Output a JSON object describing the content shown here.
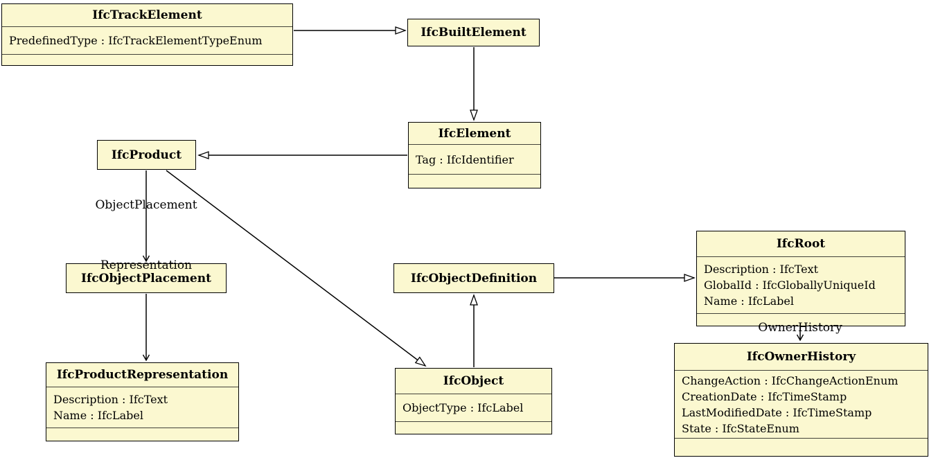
{
  "diagram": {
    "title": "IFC class diagram",
    "box_fill_color": "#fbf8d0",
    "box_border_color": "#000000",
    "background_color": "#ffffff"
  },
  "classes": [
    {
      "name": "IfcTrackElement",
      "attributes": [
        "PredefinedType : IfcTrackElementTypeEnum"
      ]
    },
    {
      "name": "IfcBuiltElement",
      "attributes": []
    },
    {
      "name": "IfcElement",
      "attributes": [
        "Tag : IfcIdentifier"
      ]
    },
    {
      "name": "IfcProduct",
      "attributes": []
    },
    {
      "name": "IfcObjectPlacement",
      "attributes": []
    },
    {
      "name": "IfcProductRepresentation",
      "attributes": [
        "Description : IfcText",
        "Name : IfcLabel"
      ]
    },
    {
      "name": "IfcObjectDefinition",
      "attributes": []
    },
    {
      "name": "IfcObject",
      "attributes": [
        "ObjectType : IfcLabel"
      ]
    },
    {
      "name": "IfcRoot",
      "attributes": [
        "Description : IfcText",
        "GlobalId : IfcGloballyUniqueId",
        "Name : IfcLabel"
      ]
    },
    {
      "name": "IfcOwnerHistory",
      "attributes": [
        "ChangeAction : IfcChangeActionEnum",
        "CreationDate : IfcTimeStamp",
        "LastModifiedDate : IfcTimeStamp",
        "State : IfcStateEnum"
      ]
    }
  ],
  "relations": [
    {
      "from": "IfcTrackElement",
      "to": "IfcBuiltElement",
      "type": "generalization",
      "label": ""
    },
    {
      "from": "IfcBuiltElement",
      "to": "IfcElement",
      "type": "generalization",
      "label": ""
    },
    {
      "from": "IfcElement",
      "to": "IfcProduct",
      "type": "generalization",
      "label": ""
    },
    {
      "from": "IfcProduct",
      "to": "IfcObjectPlacement",
      "type": "association",
      "label": "ObjectPlacement"
    },
    {
      "from": "IfcProduct",
      "to": "IfcProductRepresentation",
      "type": "association",
      "label": "Representation"
    },
    {
      "from": "IfcProduct",
      "to": "IfcObject",
      "type": "generalization",
      "label": ""
    },
    {
      "from": "IfcObject",
      "to": "IfcObjectDefinition",
      "type": "generalization",
      "label": ""
    },
    {
      "from": "IfcObjectDefinition",
      "to": "IfcRoot",
      "type": "generalization",
      "label": ""
    },
    {
      "from": "IfcRoot",
      "to": "IfcOwnerHistory",
      "type": "association",
      "label": "OwnerHistory"
    }
  ]
}
